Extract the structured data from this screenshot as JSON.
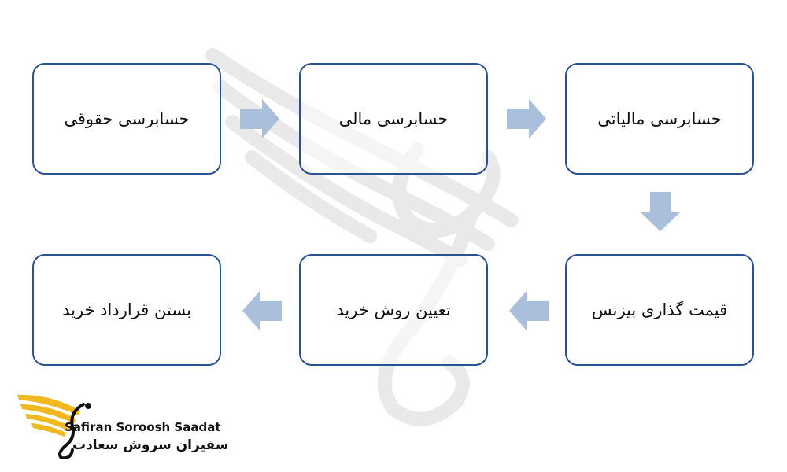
{
  "steps": [
    {
      "label": "حسابرسی مالیاتی"
    },
    {
      "label": "حسابرسی مالی"
    },
    {
      "label": "حسابرسی حقوقی"
    },
    {
      "label": "قیمت گذاری بیزنس"
    },
    {
      "label": "تعیین روش خرید"
    },
    {
      "label": "بستن قرارداد خرید"
    }
  ],
  "logo": {
    "name_en": "Safiran Soroosh Saadat",
    "name_fa": "سفیران سروش سعادت"
  },
  "colors": {
    "box_border": "#2a5190",
    "arrow": "#a9bfdc",
    "logo_gold": "#f2b820"
  }
}
